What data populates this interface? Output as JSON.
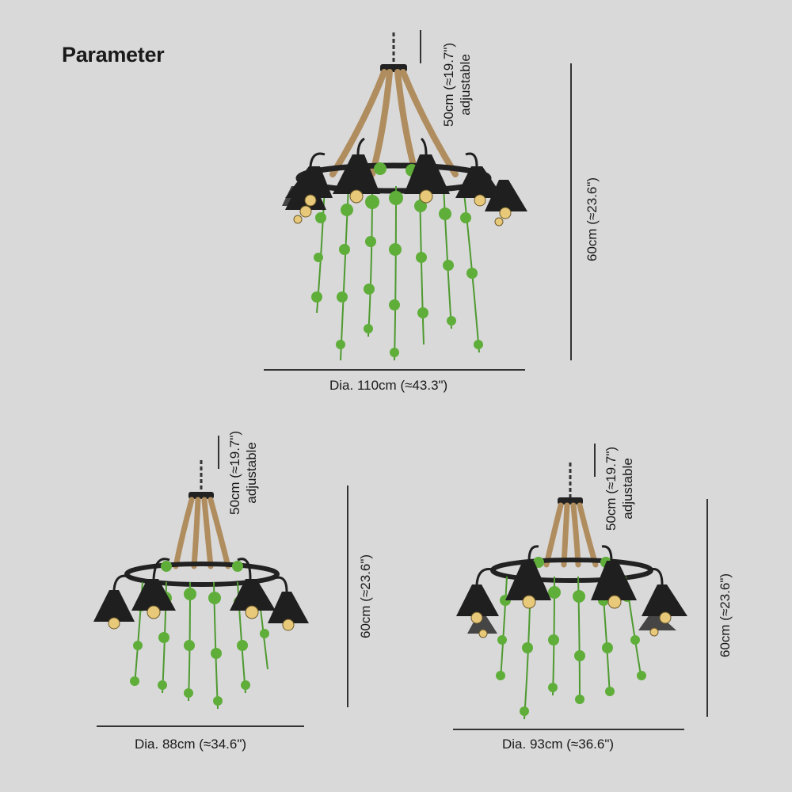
{
  "title": "Parameter",
  "colors": {
    "background": "#d9d9d9",
    "shade": "#1f1f1f",
    "rope": "#b08d5e",
    "leaf": "#5fae3a",
    "bulb": "#e8c97a"
  },
  "products": [
    {
      "diameter": "Dia. 110cm (≈43.3\")",
      "height": "60cm (≈23.6\")",
      "chain": "50cm (≈19.7\")",
      "chain_note": "adjustable"
    },
    {
      "diameter": "Dia. 88cm (≈34.6\")",
      "height": "60cm (≈23.6\")",
      "chain": "50cm (≈19.7\")",
      "chain_note": "adjustable"
    },
    {
      "diameter": "Dia. 93cm (≈36.6\")",
      "height": "60cm (≈23.6\")",
      "chain": "50cm (≈19.7\")",
      "chain_note": "adjustable"
    }
  ]
}
